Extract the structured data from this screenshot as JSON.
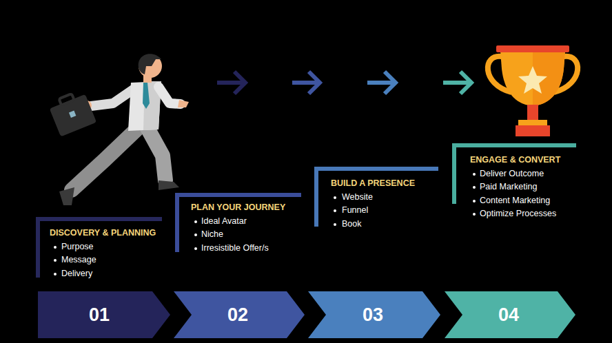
{
  "diagram": {
    "nodes": [
      {
        "text": [
          "DISCOVERY & PLANNING",
          "Purpose",
          "Message",
          "Delivery"
        ]
      },
      {
        "text": [
          "PLAN YOUR JOURNEY",
          "Ideal Avatar",
          "Niche",
          "Irresistible Offer/s"
        ]
      },
      {
        "text": [
          "BUILD A PRESENCE",
          "Website",
          "Funnel",
          "Book"
        ]
      },
      {
        "text": [
          "ENGAGE & CONVERT",
          "Deliver Outcome",
          "Paid Marketing",
          "Content Marketing",
          "Optimize Processes"
        ]
      },
      {
        "text": [
          "01"
        ]
      },
      {
        "text": [
          "02"
        ]
      },
      {
        "text": [
          "03"
        ]
      },
      {
        "text": [
          "04"
        ]
      }
    ]
  }
}
